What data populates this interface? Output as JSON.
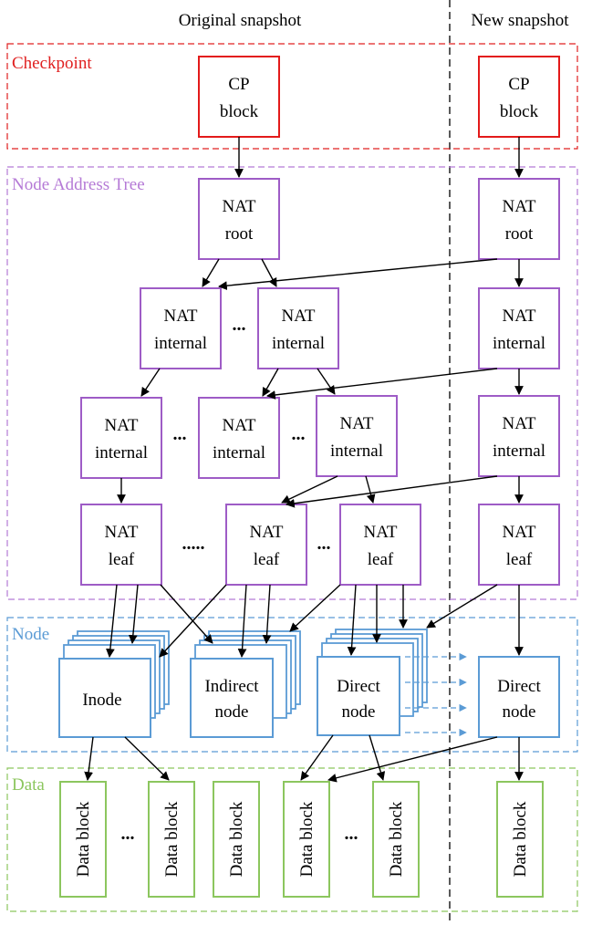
{
  "headers": {
    "original": "Original snapshot",
    "new": "New snapshot"
  },
  "regions": {
    "checkpoint": "Checkpoint",
    "nat": "Node Address Tree",
    "node": "Node",
    "data": "Data"
  },
  "colors": {
    "checkpoint": "#e02020",
    "nat": "#b57ad6",
    "node": "#5b9bd5",
    "data": "#8cc65e",
    "box_checkpoint": "#e31a1a",
    "box_nat": "#9e5cc6",
    "box_node": "#5b9bd5",
    "box_data": "#8cc65e"
  },
  "labels": {
    "cp_l1": "CP",
    "cp_l2": "block",
    "nat_l1": "NAT",
    "root": "root",
    "internal": "internal",
    "leaf": "leaf",
    "inode": "Inode",
    "indirect": "Indirect",
    "direct": "Direct",
    "node": "node",
    "data_block": "Data block"
  },
  "dots": {
    "short": "...",
    "long": "....."
  }
}
